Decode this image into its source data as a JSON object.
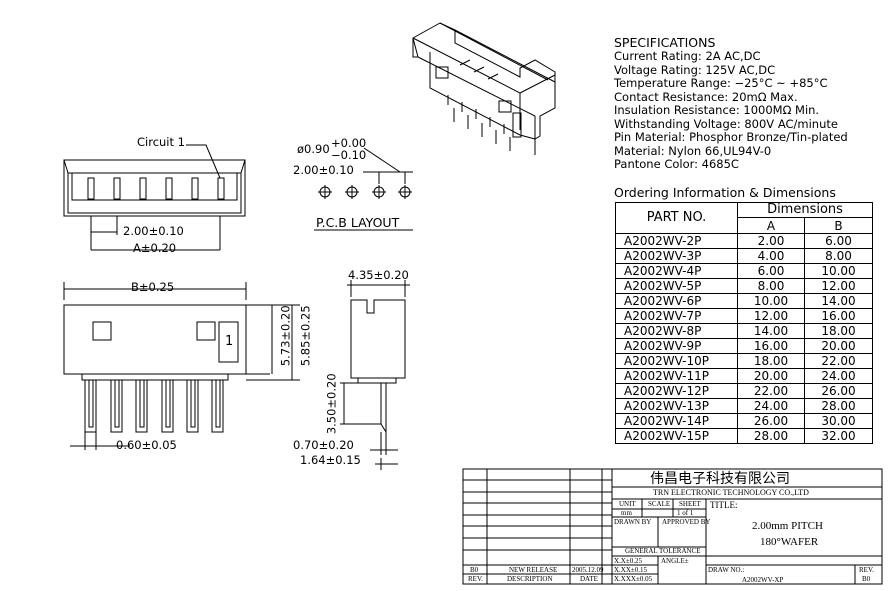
{
  "specifications": {
    "heading": "SPECIFICATIONS",
    "lines": [
      "Current Rating: 2A AC,DC",
      "Voltage Rating: 125V AC,DC",
      "Temperature Range: −25°C ~ +85°C",
      "Contact Resistance: 20mΩ Max.",
      "Insulation Resistance: 1000MΩ Min.",
      "Withstanding Voltage: 800V AC/minute",
      "Pin Material: Phosphor Bronze/Tin-plated",
      "Material: Nylon 66,UL94V-0",
      "Pantone Color: 4685C"
    ]
  },
  "ordering": {
    "heading": "Ordering Information & Dimensions",
    "col_part": "PART NO.",
    "col_dims": "Dimensions",
    "col_a": "A",
    "col_b": "B",
    "rows": [
      {
        "part": "A2002WV-2P",
        "a": "2.00",
        "b": "6.00"
      },
      {
        "part": "A2002WV-3P",
        "a": "4.00",
        "b": "8.00"
      },
      {
        "part": "A2002WV-4P",
        "a": "6.00",
        "b": "10.00"
      },
      {
        "part": "A2002WV-5P",
        "a": "8.00",
        "b": "12.00"
      },
      {
        "part": "A2002WV-6P",
        "a": "10.00",
        "b": "14.00"
      },
      {
        "part": "A2002WV-7P",
        "a": "12.00",
        "b": "16.00"
      },
      {
        "part": "A2002WV-8P",
        "a": "14.00",
        "b": "18.00"
      },
      {
        "part": "A2002WV-9P",
        "a": "16.00",
        "b": "20.00"
      },
      {
        "part": "A2002WV-10P",
        "a": "18.00",
        "b": "22.00"
      },
      {
        "part": "A2002WV-11P",
        "a": "20.00",
        "b": "24.00"
      },
      {
        "part": "A2002WV-12P",
        "a": "22.00",
        "b": "26.00"
      },
      {
        "part": "A2002WV-13P",
        "a": "24.00",
        "b": "28.00"
      },
      {
        "part": "A2002WV-14P",
        "a": "26.00",
        "b": "30.00"
      },
      {
        "part": "A2002WV-15P",
        "a": "28.00",
        "b": "32.00"
      }
    ]
  },
  "drawing": {
    "circuit_label": "Circuit 1",
    "pitch_dim": "2.00±0.10",
    "a_dim": "A±0.20",
    "hole_dia": "ø0.90",
    "hole_tol_plus": "+0.00",
    "hole_tol_minus": "−0.10",
    "pcb_pitch": "2.00±0.10",
    "pcb_label": "P.C.B LAYOUT",
    "b_dim": "B±0.25",
    "height1": "5.73±0.20",
    "height2": "5.85±0.25",
    "pin_mark": "1",
    "pin_width": "0.60±0.05",
    "side_width": "4.35±0.20",
    "pin_len": "3.50±0.20",
    "pin_thick": "0.70±0.20",
    "side_depth": "1.64±0.15"
  },
  "title_block": {
    "company_cn": "伟昌电子科技有限公司",
    "company_en": "TRN ELECTRONIC TECHNOLOGY CO.,LTD",
    "unit_label": "UNIT",
    "unit_value": "mm",
    "scale_label": "SCALE",
    "sheet_label": "SHEET",
    "sheet_value": "1 of 1",
    "title_label": "TITLE:",
    "drawn_by": "DRAWN BY",
    "approved_by": "APPROVED BY",
    "title_line1": "2.00mm PITCH",
    "title_line2": "180°WAFER",
    "general_tol": "GENERAL TOLERANCE",
    "tol1": "X.X±0.25",
    "tol2": "X.XX±0.15",
    "tol3": "X.XXX±0.05",
    "angle": "ANGLE±",
    "draw_no_label": "DRAW NO.:",
    "draw_no": "A2002WV-XP",
    "rev_label": "REV.",
    "rev_value": "B0",
    "rev_col": "REV.",
    "desc_col": "DESCRIPTION",
    "date_col": "DATE",
    "rev_entry": "B0",
    "desc_entry": "NEW RELEASE",
    "date_entry": "2005.12.09"
  }
}
